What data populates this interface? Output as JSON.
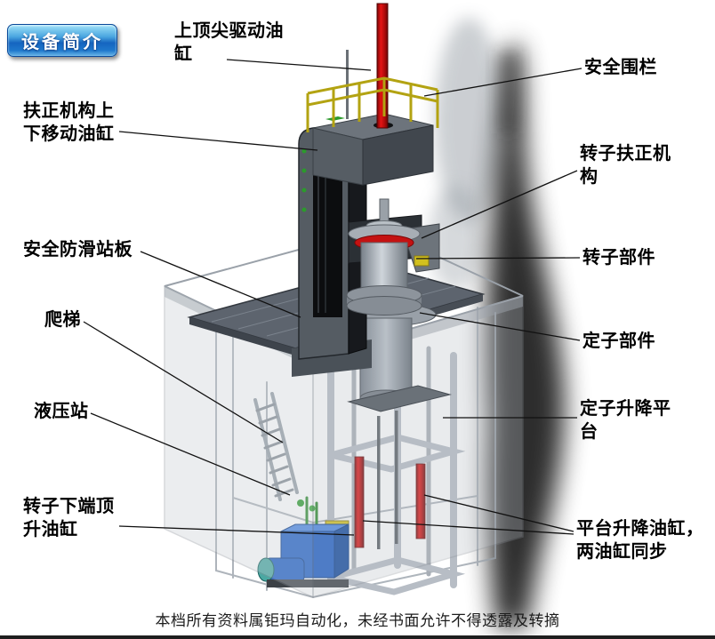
{
  "badge": {
    "label": "设备简介"
  },
  "callouts": {
    "top_center_cylinder": {
      "label": "上顶尖驱动油缸"
    },
    "safety_fence": {
      "label": "安全围栏"
    },
    "centering_move_cylinder": {
      "label": "扶正机构上下移动油缸"
    },
    "rotor_centering_mechanism": {
      "label": "转子扶正机构"
    },
    "anti_slip_platform": {
      "label": "安全防滑站板"
    },
    "rotor_component": {
      "label": "转子部件"
    },
    "ladder": {
      "label": "爬梯"
    },
    "stator_component": {
      "label": "定子部件"
    },
    "hydraulic_station": {
      "label": "液压站"
    },
    "stator_lift_platform": {
      "label": "定子升降平台"
    },
    "rotor_bottom_jack_cylinder": {
      "label": "转子下端顶升油缸"
    },
    "platform_lift_cylinders": {
      "label": "平台升降油缸，两油缸同步"
    }
  },
  "footer": {
    "text": "本档所有资料属钜玛自动化，未经书面允许不得透露及转摘"
  },
  "colors": {
    "badge_blue": "#1565c0",
    "cylinder_red": "#c41212",
    "railing_yellow": "#b3a312",
    "hydraulic_blue": "#2060c6",
    "frame_gray": "#555c63"
  }
}
